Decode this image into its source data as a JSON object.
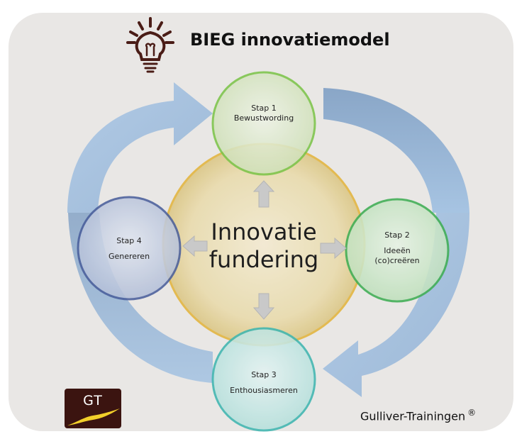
{
  "title": "BIEG innovatiemodel",
  "center": {
    "line1": "Innovatie",
    "line2": "fundering"
  },
  "steps": [
    {
      "num": "Stap 1",
      "label": "Bewustwording"
    },
    {
      "num": "Stap 2",
      "label": "Ideeën\n(co)creëren"
    },
    {
      "num": "Stap 3",
      "label": "Enthousiasmeren"
    },
    {
      "num": "Stap 4",
      "label": "Genereren"
    }
  ],
  "logo": {
    "text": "GT"
  },
  "brand": {
    "name": "Gulliver-Trainingen",
    "mark": "®"
  },
  "colors": {
    "background_panel": "#e9e7e5",
    "center_circle": "#e8d9a8",
    "step1": "#e0ead0",
    "step2": "#d4e9d2",
    "step3": "#cfeae8",
    "step4": "#c8d0e0",
    "cycle_arrow": "#8fb3d8",
    "inner_arrow": "#c9c9c9"
  },
  "icons": [
    "lightbulb-icon",
    "cycle-arrow",
    "inner-arrow"
  ]
}
